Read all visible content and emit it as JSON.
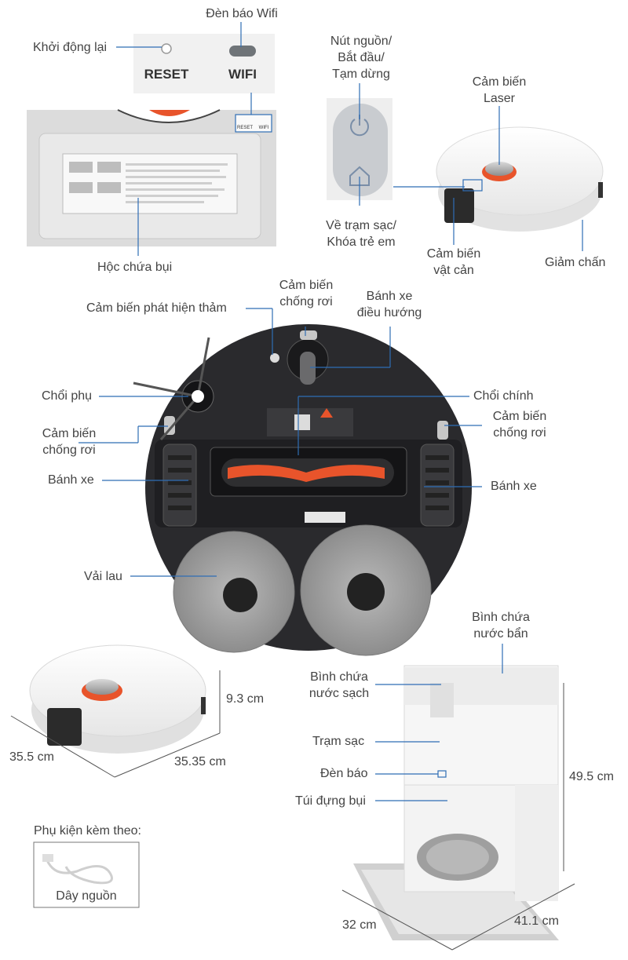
{
  "labels": {
    "wifi_light": "Đèn báo Wifi",
    "restart": "Khởi động lại",
    "reset_text": "RESET",
    "wifi_text": "WIFI",
    "reset_tiny": "RESET",
    "wifi_tiny": "WIFI",
    "power_line1": "Nút nguồn/",
    "power_line2": "Bắt đầu/",
    "power_line3": "Tạm dừng",
    "laser_line1": "Cảm biến",
    "laser_line2": "Laser",
    "dock_line1": "Về trạm sạc/",
    "dock_line2": "Khóa trẻ em",
    "obstacle_line1": "Cảm biến",
    "obstacle_line2": "vật cản",
    "bumper": "Giảm chấn",
    "dustbin": "Hộc chứa bụi",
    "cliff_top_line1": "Cảm biến",
    "cliff_top_line2": "chống rơi",
    "nav_wheel_line1": "Bánh xe",
    "nav_wheel_line2": "điều hướng",
    "carpet": "Cảm biến phát hiện thảm",
    "side_brush": "Chổi phụ",
    "main_brush": "Chổi chính",
    "cliff_left_line1": "Cảm biến",
    "cliff_left_line2": "chống rơi",
    "cliff_right_line1": "Cảm biến",
    "cliff_right_line2": "chống rơi",
    "wheel_left": "Bánh xe",
    "wheel_right": "Bánh xe",
    "mop": "Vải lau",
    "dirty_tank_line1": "Bình chứa",
    "dirty_tank_line2": "nước bẩn",
    "clean_tank_line1": "Bình chứa",
    "clean_tank_line2": "nước sạch",
    "station": "Trạm sạc",
    "indicator": "Đèn báo",
    "dust_bag": "Túi đựng bụi",
    "accessories": "Phụ kiện kèm theo:",
    "power_cord": "Dây nguồn"
  },
  "dimensions": {
    "robot_height": "9.3 cm",
    "robot_depth": "35.5 cm",
    "robot_width": "35.35 cm",
    "station_height": "49.5 cm",
    "station_depth": "32 cm",
    "station_width": "41.1 cm"
  },
  "colors": {
    "leader_line": "#2f6db5",
    "accent_orange": "#e8542b",
    "robot_body": "#f4f4f4",
    "robot_underside": "#2a2a2d",
    "mop": "#9a9a9a"
  }
}
